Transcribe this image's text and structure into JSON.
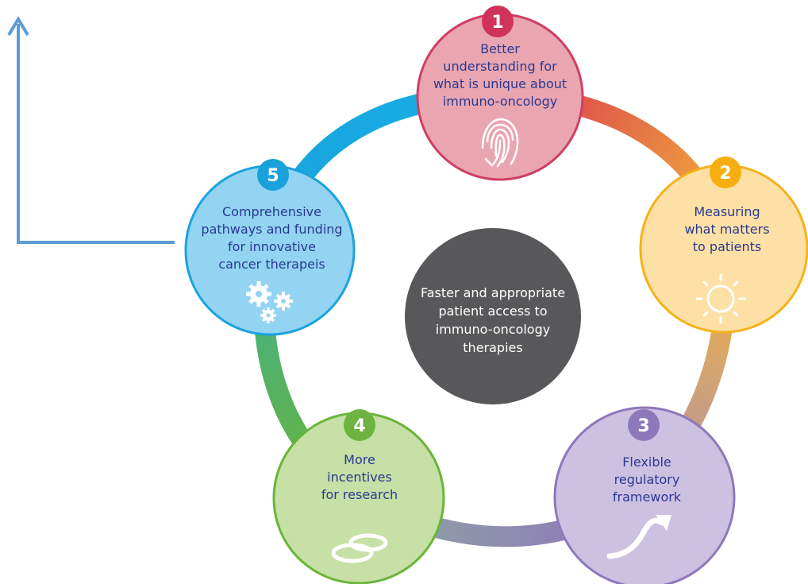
{
  "center": {
    "lines": [
      "Faster and appropriate",
      "patient access to",
      "immuno-oncology",
      "therapies"
    ]
  },
  "nodes": [
    {
      "number": "1",
      "lines": [
        "Better",
        "understanding for",
        "what is unique about",
        "immuno-oncology"
      ],
      "icon": "fingerprint-icon",
      "fill": "#e9a6b1",
      "stroke": "#cf3e63",
      "badge": "#d0335a"
    },
    {
      "number": "2",
      "lines": [
        "Measuring",
        "what matters",
        "to patients"
      ],
      "icon": "sun-icon",
      "fill": "#fde0a6",
      "stroke": "#f6b219",
      "badge": "#f6ae10"
    },
    {
      "number": "3",
      "lines": [
        "Flexible",
        "regulatory",
        "framework"
      ],
      "icon": "rising-arrow-icon",
      "fill": "#cdc1e2",
      "stroke": "#8e78bb",
      "badge": "#8e78bb"
    },
    {
      "number": "4",
      "lines": [
        "More",
        "incentives",
        "for research"
      ],
      "icon": "bracelets-icon",
      "fill": "#c6e0a6",
      "stroke": "#6ab43a",
      "badge": "#6cb33f"
    },
    {
      "number": "5",
      "lines": [
        "Comprehensive",
        "pathways and funding",
        "for innovative",
        "cancer therapeis"
      ],
      "icon": "gears-icon",
      "fill": "#92d4f2",
      "stroke": "#1ba3dd",
      "badge": "#1aa1dc"
    }
  ],
  "colors": {
    "center_fill": "#58585a",
    "axis_arrow": "#5b9bd5",
    "node_text": "#2b3990"
  }
}
